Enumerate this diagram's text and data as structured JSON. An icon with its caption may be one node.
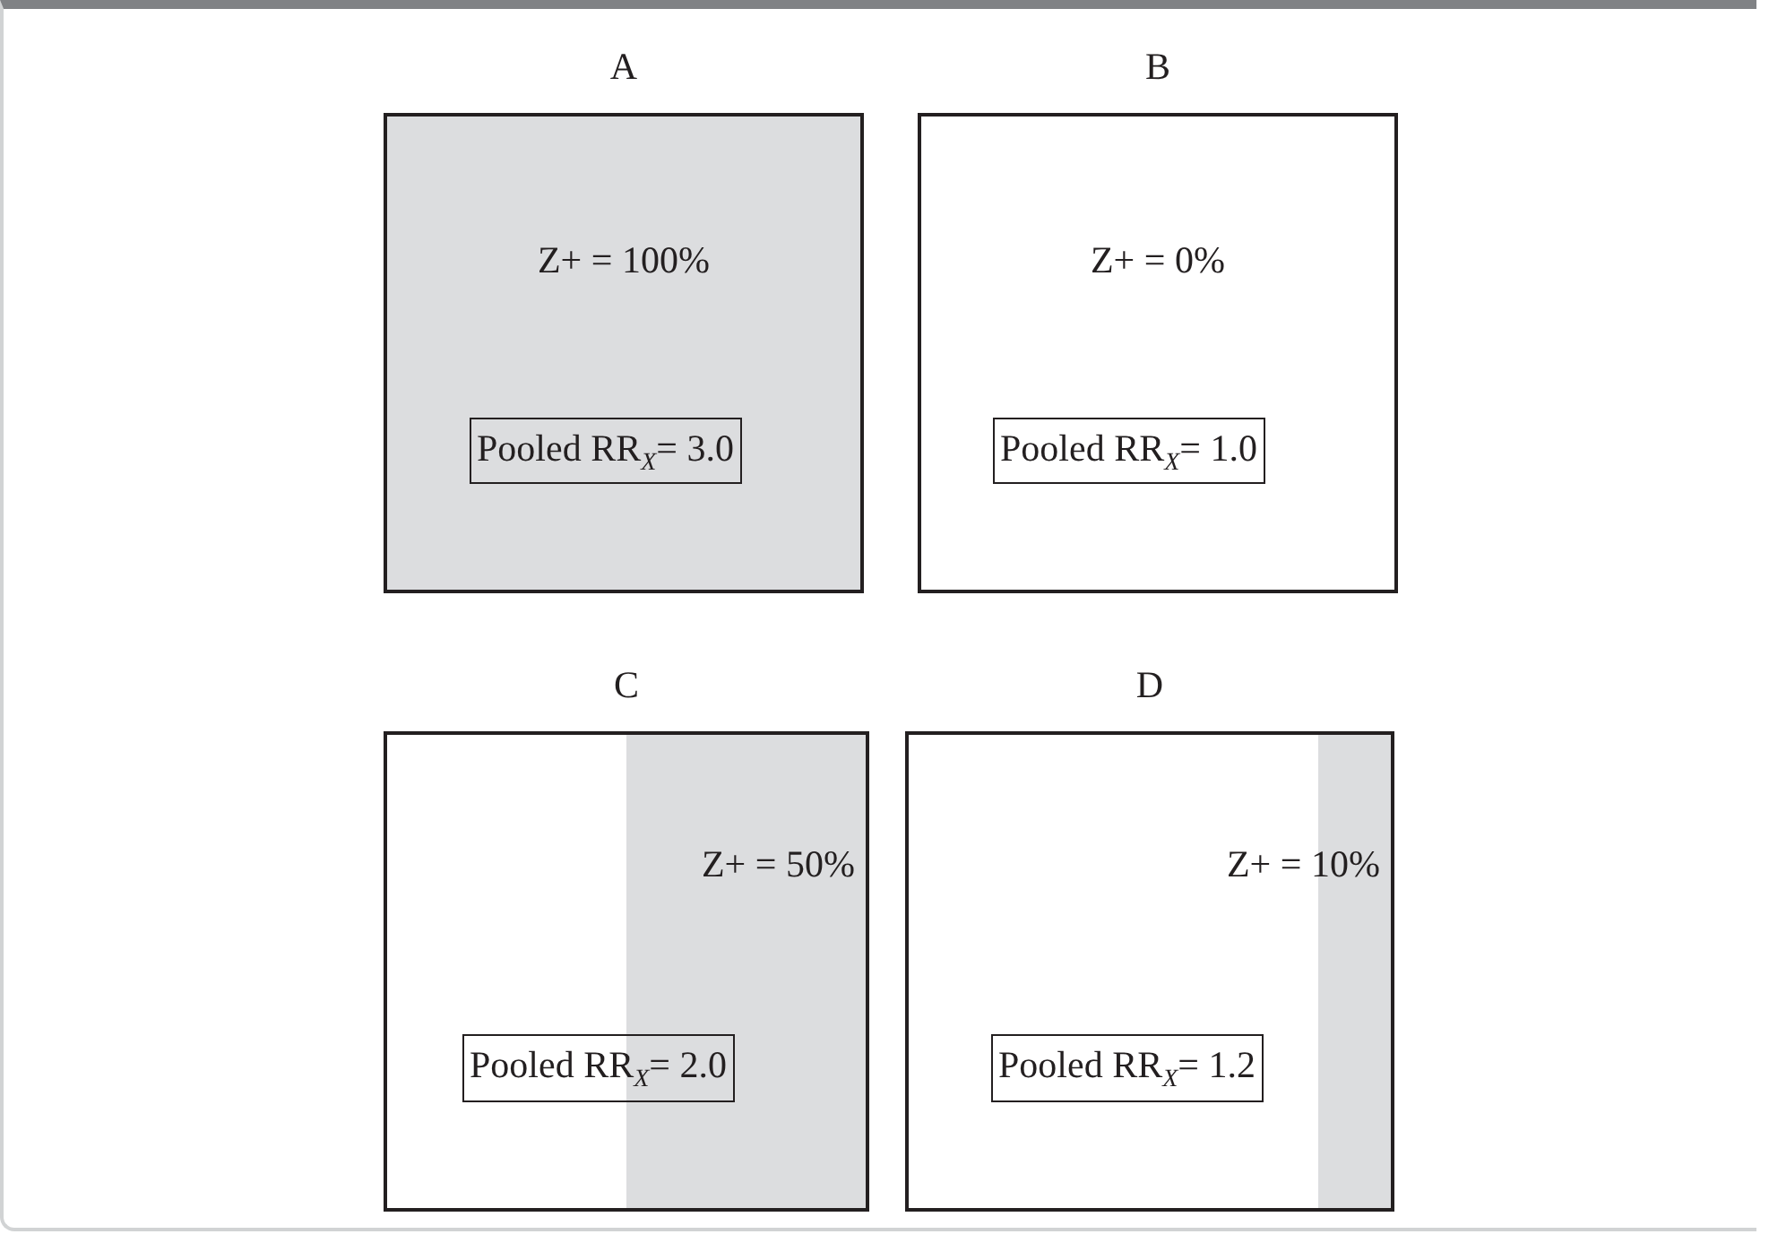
{
  "diagram": {
    "nodes": [
      {
        "text": [
          "A",
          "Z+ = 100%"
        ]
      },
      {
        "text": [
          "Pooled RR$_{X}$= 3.0"
        ],
        "in": 0
      },
      {
        "text": [
          "B",
          "Z+ = 0%"
        ]
      },
      {
        "text": [
          "Pooled RR$_{X}$= 1.0"
        ],
        "in": 2
      },
      {
        "text": [
          "C",
          "Z+ = 50%"
        ]
      },
      {
        "text": [
          "Pooled RR$_{X}$= 2.0"
        ],
        "in": 4
      },
      {
        "text": [
          "D",
          "Z+ = 10%"
        ]
      },
      {
        "text": [
          "Pooled RR$_{X}$= 1.2"
        ],
        "in": 6
      }
    ]
  }
}
